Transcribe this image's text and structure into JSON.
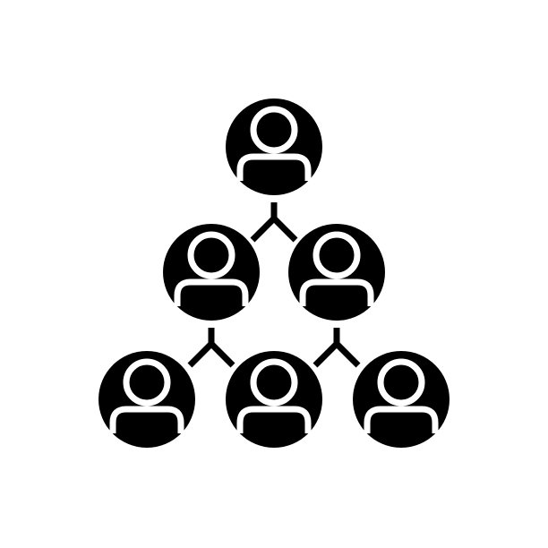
{
  "icon": {
    "name": "organization-hierarchy-icon",
    "foreground_color": "#000000",
    "background_color": "#ffffff",
    "levels": [
      {
        "level": 1,
        "people": 1
      },
      {
        "level": 2,
        "people": 2
      },
      {
        "level": 3,
        "people": 3
      }
    ],
    "connectors": 2,
    "person_glyph": "user-avatar-icon",
    "connector_glyph": "fork-connector-icon"
  }
}
